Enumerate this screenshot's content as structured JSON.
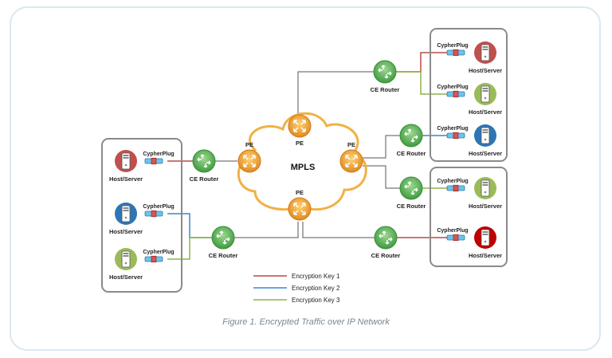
{
  "labels": {
    "host": "Host/Server",
    "cypherplug": "CypherPlug",
    "ce_router": "CE Router",
    "pe": "PE",
    "mpls": "MPLS"
  },
  "legend": [
    {
      "label": "Encryption Key 1",
      "color": "#b94a48"
    },
    {
      "label": "Encryption Key 2",
      "color": "#3a87c8"
    },
    {
      "label": "Encryption Key 3",
      "color": "#8fb34a"
    }
  ],
  "caption": "Figure 1. Encrypted Traffic over IP Network",
  "colors": {
    "pe_router": "#f2a33a",
    "ce_router": "#5cb85c",
    "mpls_cloud": "#f0b145",
    "group_border": "#8a8a8a",
    "host_red": "#c0504d",
    "host_blue": "#2e75b6",
    "host_green": "#9bbb59"
  }
}
